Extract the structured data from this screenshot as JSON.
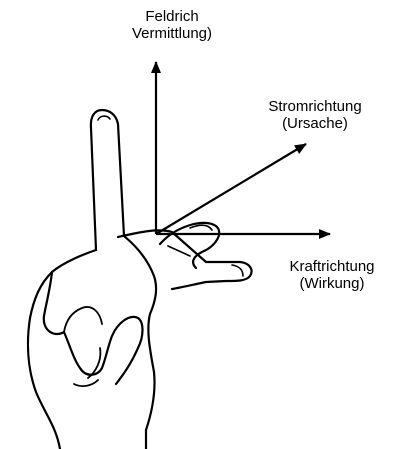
{
  "labels": {
    "field": {
      "line1": "Feldrich",
      "line2": "Vermittlung)"
    },
    "current": {
      "line1": "Stromrichtung",
      "line2": "(Ursache)"
    },
    "force": {
      "line1": "Kraftrichtung",
      "line2": "(Wirkung)"
    }
  },
  "colors": {
    "ink": "#000000",
    "background": "#ffffff"
  }
}
